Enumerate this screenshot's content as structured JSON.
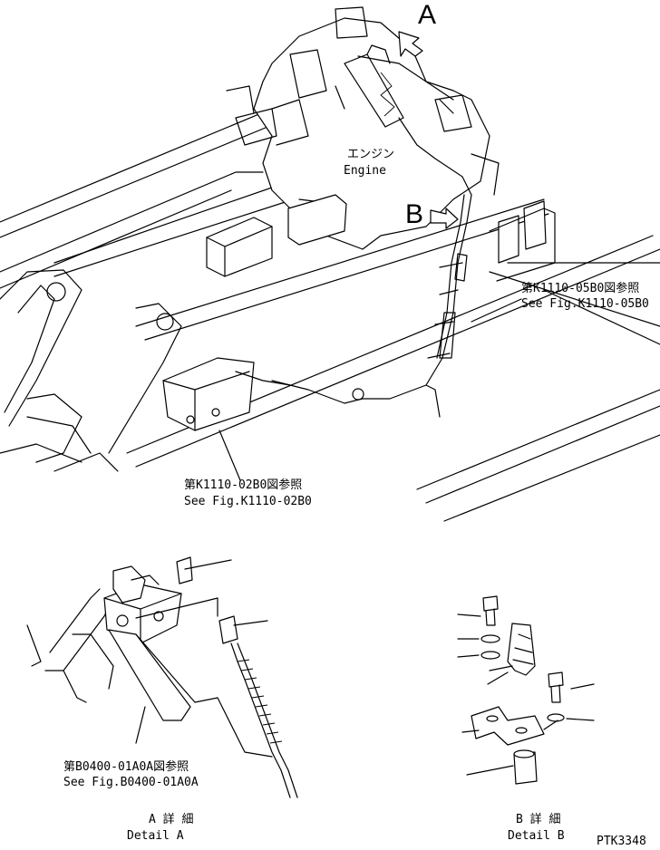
{
  "views": {
    "marker_a": "A",
    "marker_b": "B",
    "engine_jp": "エンジン",
    "engine_en": "Engine"
  },
  "refs": {
    "k1110_05b0_jp": "第K1110-05B0図参照",
    "k1110_05b0_en": "See Fig.K1110-05B0",
    "k1110_02b0_jp": "第K1110-02B0図参照",
    "k1110_02b0_en": "See Fig.K1110-02B0",
    "b0400_01a0a_jp": "第B0400-01A0A図参照",
    "b0400_01a0a_en": "See Fig.B0400-01A0A"
  },
  "details": {
    "a_jp": "A 詳 細",
    "a_en": "Detail A",
    "b_jp": "B 詳 細",
    "b_en": "Detail B"
  },
  "drawing_code": "PTK3348"
}
